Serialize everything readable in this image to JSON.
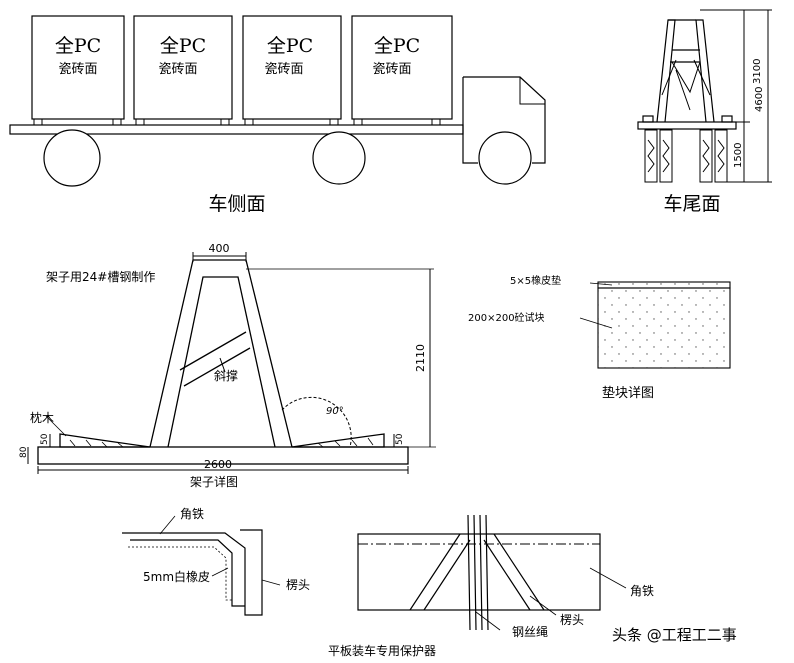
{
  "top": {
    "cargo_boxes": [
      {
        "line1": "全PC",
        "line2": "瓷砖面"
      },
      {
        "line1": "全PC",
        "line2": "瓷砖面"
      },
      {
        "line1": "全PC",
        "line2": "瓷砖面"
      },
      {
        "line1": "全PC",
        "line2": "瓷砖面"
      }
    ],
    "side_caption": "车侧面",
    "rear_caption": "车尾面",
    "rear_dims": {
      "upper": "3100",
      "total": "4600",
      "lower": "1500"
    }
  },
  "rack": {
    "note": "架子用24#槽钢制作",
    "top_width": "400",
    "height": "2110",
    "brace_label": "斜撑",
    "angle_label": "90°",
    "pillow_label": "枕木",
    "dim_left_small": "80",
    "dim_left_50": "50",
    "dim_right_50": "50",
    "base_width": "2600",
    "caption": "架子详图"
  },
  "pad": {
    "rubber_label": "5×5橡皮垫",
    "block_label": "200×200砼试块",
    "caption": "垫块详图"
  },
  "protector": {
    "angle_iron_label": "角铁",
    "rubber_label": "5mm白橡皮",
    "head_label": "楞头",
    "right_angle_iron_label": "角铁",
    "right_head_label": "楞头",
    "rope_label": "钢丝绳",
    "caption": "平板装车专用保护器"
  },
  "watermark": {
    "text": "头条 @工程工二事"
  }
}
